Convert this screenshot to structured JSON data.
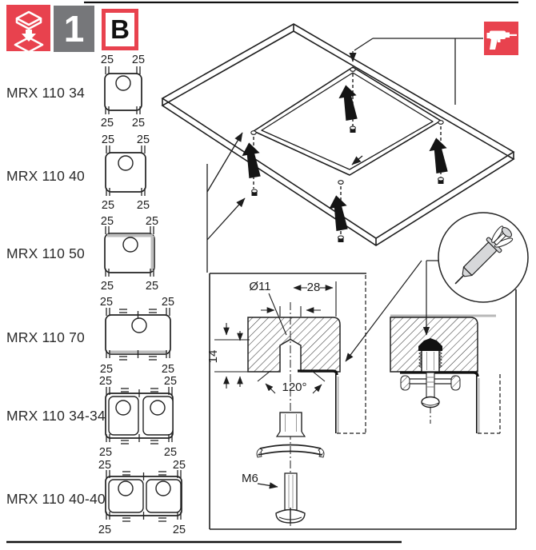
{
  "colors": {
    "accent_red": "#e8424e",
    "icon_gray": "#76777a",
    "line": "#1d1d1d"
  },
  "header": {
    "step_number": "1",
    "section_label": "B",
    "install_icon": "sink-insert-into-worktop-icon",
    "drill_icon": "drill-icon"
  },
  "models": [
    {
      "name": "MRX 110 34",
      "bowls": 1
    },
    {
      "name": "MRX 110 40",
      "bowls": 1
    },
    {
      "name": "MRX 110 50",
      "bowls": 1
    },
    {
      "name": "MRX 110 70",
      "bowls": 1
    },
    {
      "name": "MRX 110 34-34",
      "bowls": 2
    },
    {
      "name": "MRX 110 40-40",
      "bowls": 2
    }
  ],
  "dimensions": {
    "clip_offset_mm": "25",
    "hole_diameter": "Ø11",
    "hole_edge_distance_mm": "28",
    "hole_depth_mm": "14",
    "drill_tip_angle": "120°",
    "screw_thread": "M6"
  }
}
